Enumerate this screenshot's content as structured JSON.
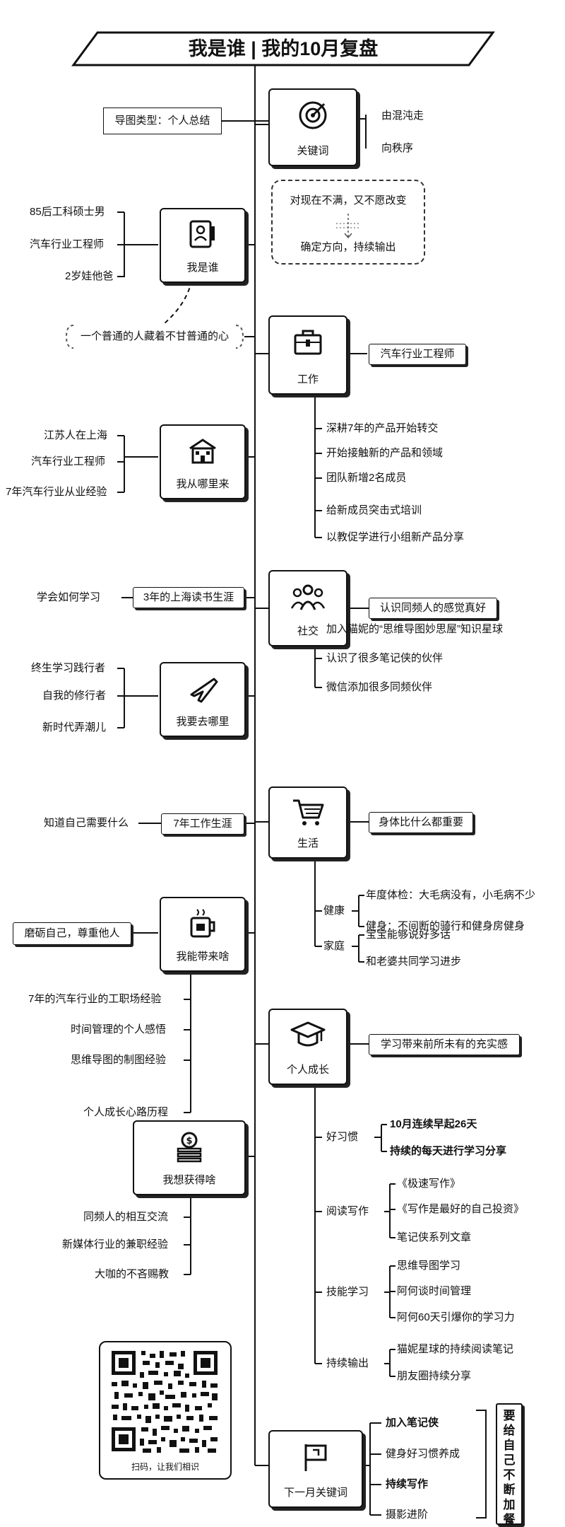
{
  "title": "我是谁 | 我的10月复盘",
  "map_type": "导图类型：个人总结",
  "keywords": {
    "label": "关键词",
    "items": [
      "由混沌走",
      "向秩序"
    ]
  },
  "reflection": {
    "line1": "对现在不满，又不愿改变",
    "line2": "确定方向，持续输出"
  },
  "whoami": {
    "label": "我是谁",
    "items": [
      "85后工科硕士男",
      "汽车行业工程师",
      "2岁娃他爸"
    ],
    "quote": "一个普通的人藏着不甘普通的心"
  },
  "origin": {
    "label": "我从哪里来",
    "items": [
      "江苏人在上海",
      "汽车行业工程师",
      "7年汽车行业从业经验"
    ]
  },
  "study": {
    "label": "3年的上海读书生涯",
    "item": "学会如何学习"
  },
  "goal": {
    "label": "我要去哪里",
    "items": [
      "终生学习践行者",
      "自我的修行者",
      "新时代弄潮儿"
    ]
  },
  "career": {
    "label": "7年工作生涯",
    "item": "知道自己需要什么"
  },
  "bring": {
    "label": "我能带来啥",
    "note": "磨砺自己，尊重他人",
    "items": [
      "7年的汽车行业的工职场经验",
      "时间管理的个人感悟",
      "思维导图的制图经验",
      "个人成长心路历程"
    ]
  },
  "gain": {
    "label": "我想获得啥",
    "items": [
      "同频人的相互交流",
      "新媒体行业的兼职经验",
      "大咖的不吝赐教"
    ]
  },
  "qr": {
    "caption": "扫码，让我们相识"
  },
  "work": {
    "label": "工作",
    "headline": "汽车行业工程师",
    "items": [
      "深耕7年的产品开始转交",
      "开始接触新的产品和领域",
      "团队新增2名成员",
      "给新成员突击式培训",
      "以教促学进行小组新产品分享"
    ]
  },
  "social": {
    "label": "社交",
    "headline": "认识同频人的感觉真好",
    "items": [
      "加入猫妮的“思维导图妙思屋”知识星球",
      "认识了很多笔记侠的伙伴",
      "微信添加很多同频伙伴"
    ]
  },
  "life": {
    "label": "生活",
    "headline": "身体比什么都重要",
    "groups": [
      {
        "name": "健康",
        "items": [
          "年度体检：大毛病没有，小毛病不少",
          "健身：不间断的骑行和健身房健身"
        ]
      },
      {
        "name": "家庭",
        "items": [
          "宝宝能够说好多话",
          "和老婆共同学习进步"
        ]
      }
    ]
  },
  "growth": {
    "label": "个人成长",
    "headline": "学习带来前所未有的充实感",
    "groups": [
      {
        "name": "好习惯",
        "items": [
          "10月连续早起26天",
          "持续的每天进行学习分享"
        ]
      },
      {
        "name": "阅读写作",
        "items": [
          "《极速写作》",
          "《写作是最好的自己投资》",
          "笔记侠系列文章"
        ]
      },
      {
        "name": "技能学习",
        "items": [
          "思维导图学习",
          "阿何谈时间管理",
          "阿何60天引爆你的学习力"
        ]
      },
      {
        "name": "持续输出",
        "items": [
          "猫妮星球的持续阅读笔记",
          "朋友圈持续分享"
        ]
      }
    ]
  },
  "next": {
    "label": "下一月关键词",
    "items": [
      "加入笔记侠",
      "健身好习惯养成",
      "持续写作",
      "摄影进阶"
    ],
    "side": "要给自己不断加餐"
  },
  "colors": {
    "ink": "#111111",
    "background": "#ffffff"
  }
}
